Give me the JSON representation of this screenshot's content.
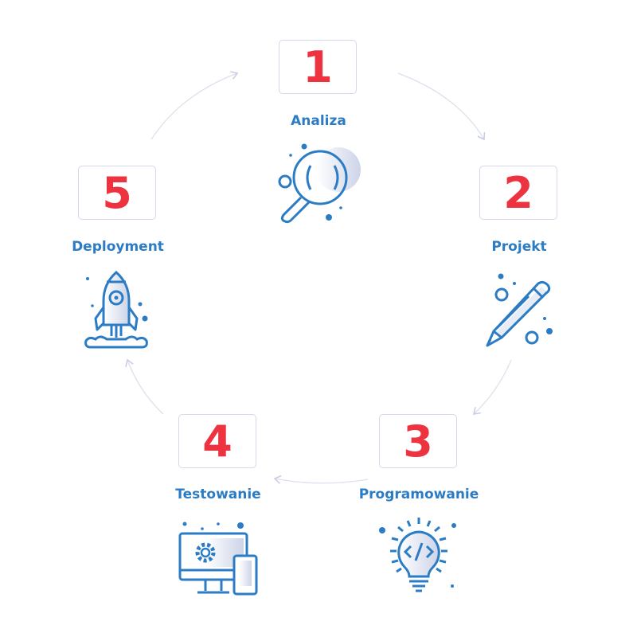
{
  "steps": [
    {
      "number": "1",
      "label": "Analiza",
      "icon": "magnifier-icon"
    },
    {
      "number": "2",
      "label": "Projekt",
      "icon": "pencil-icon"
    },
    {
      "number": "3",
      "label": "Programowanie",
      "icon": "code-lightbulb-icon"
    },
    {
      "number": "4",
      "label": "Testowanie",
      "icon": "devices-gear-icon"
    },
    {
      "number": "5",
      "label": "Deployment",
      "icon": "rocket-icon"
    }
  ],
  "colors": {
    "number": "#ee3340",
    "label": "#2b7cc4",
    "icon": "#2b7cc4",
    "arrow": "#d5d8ea",
    "border": "#d3d9ea"
  }
}
